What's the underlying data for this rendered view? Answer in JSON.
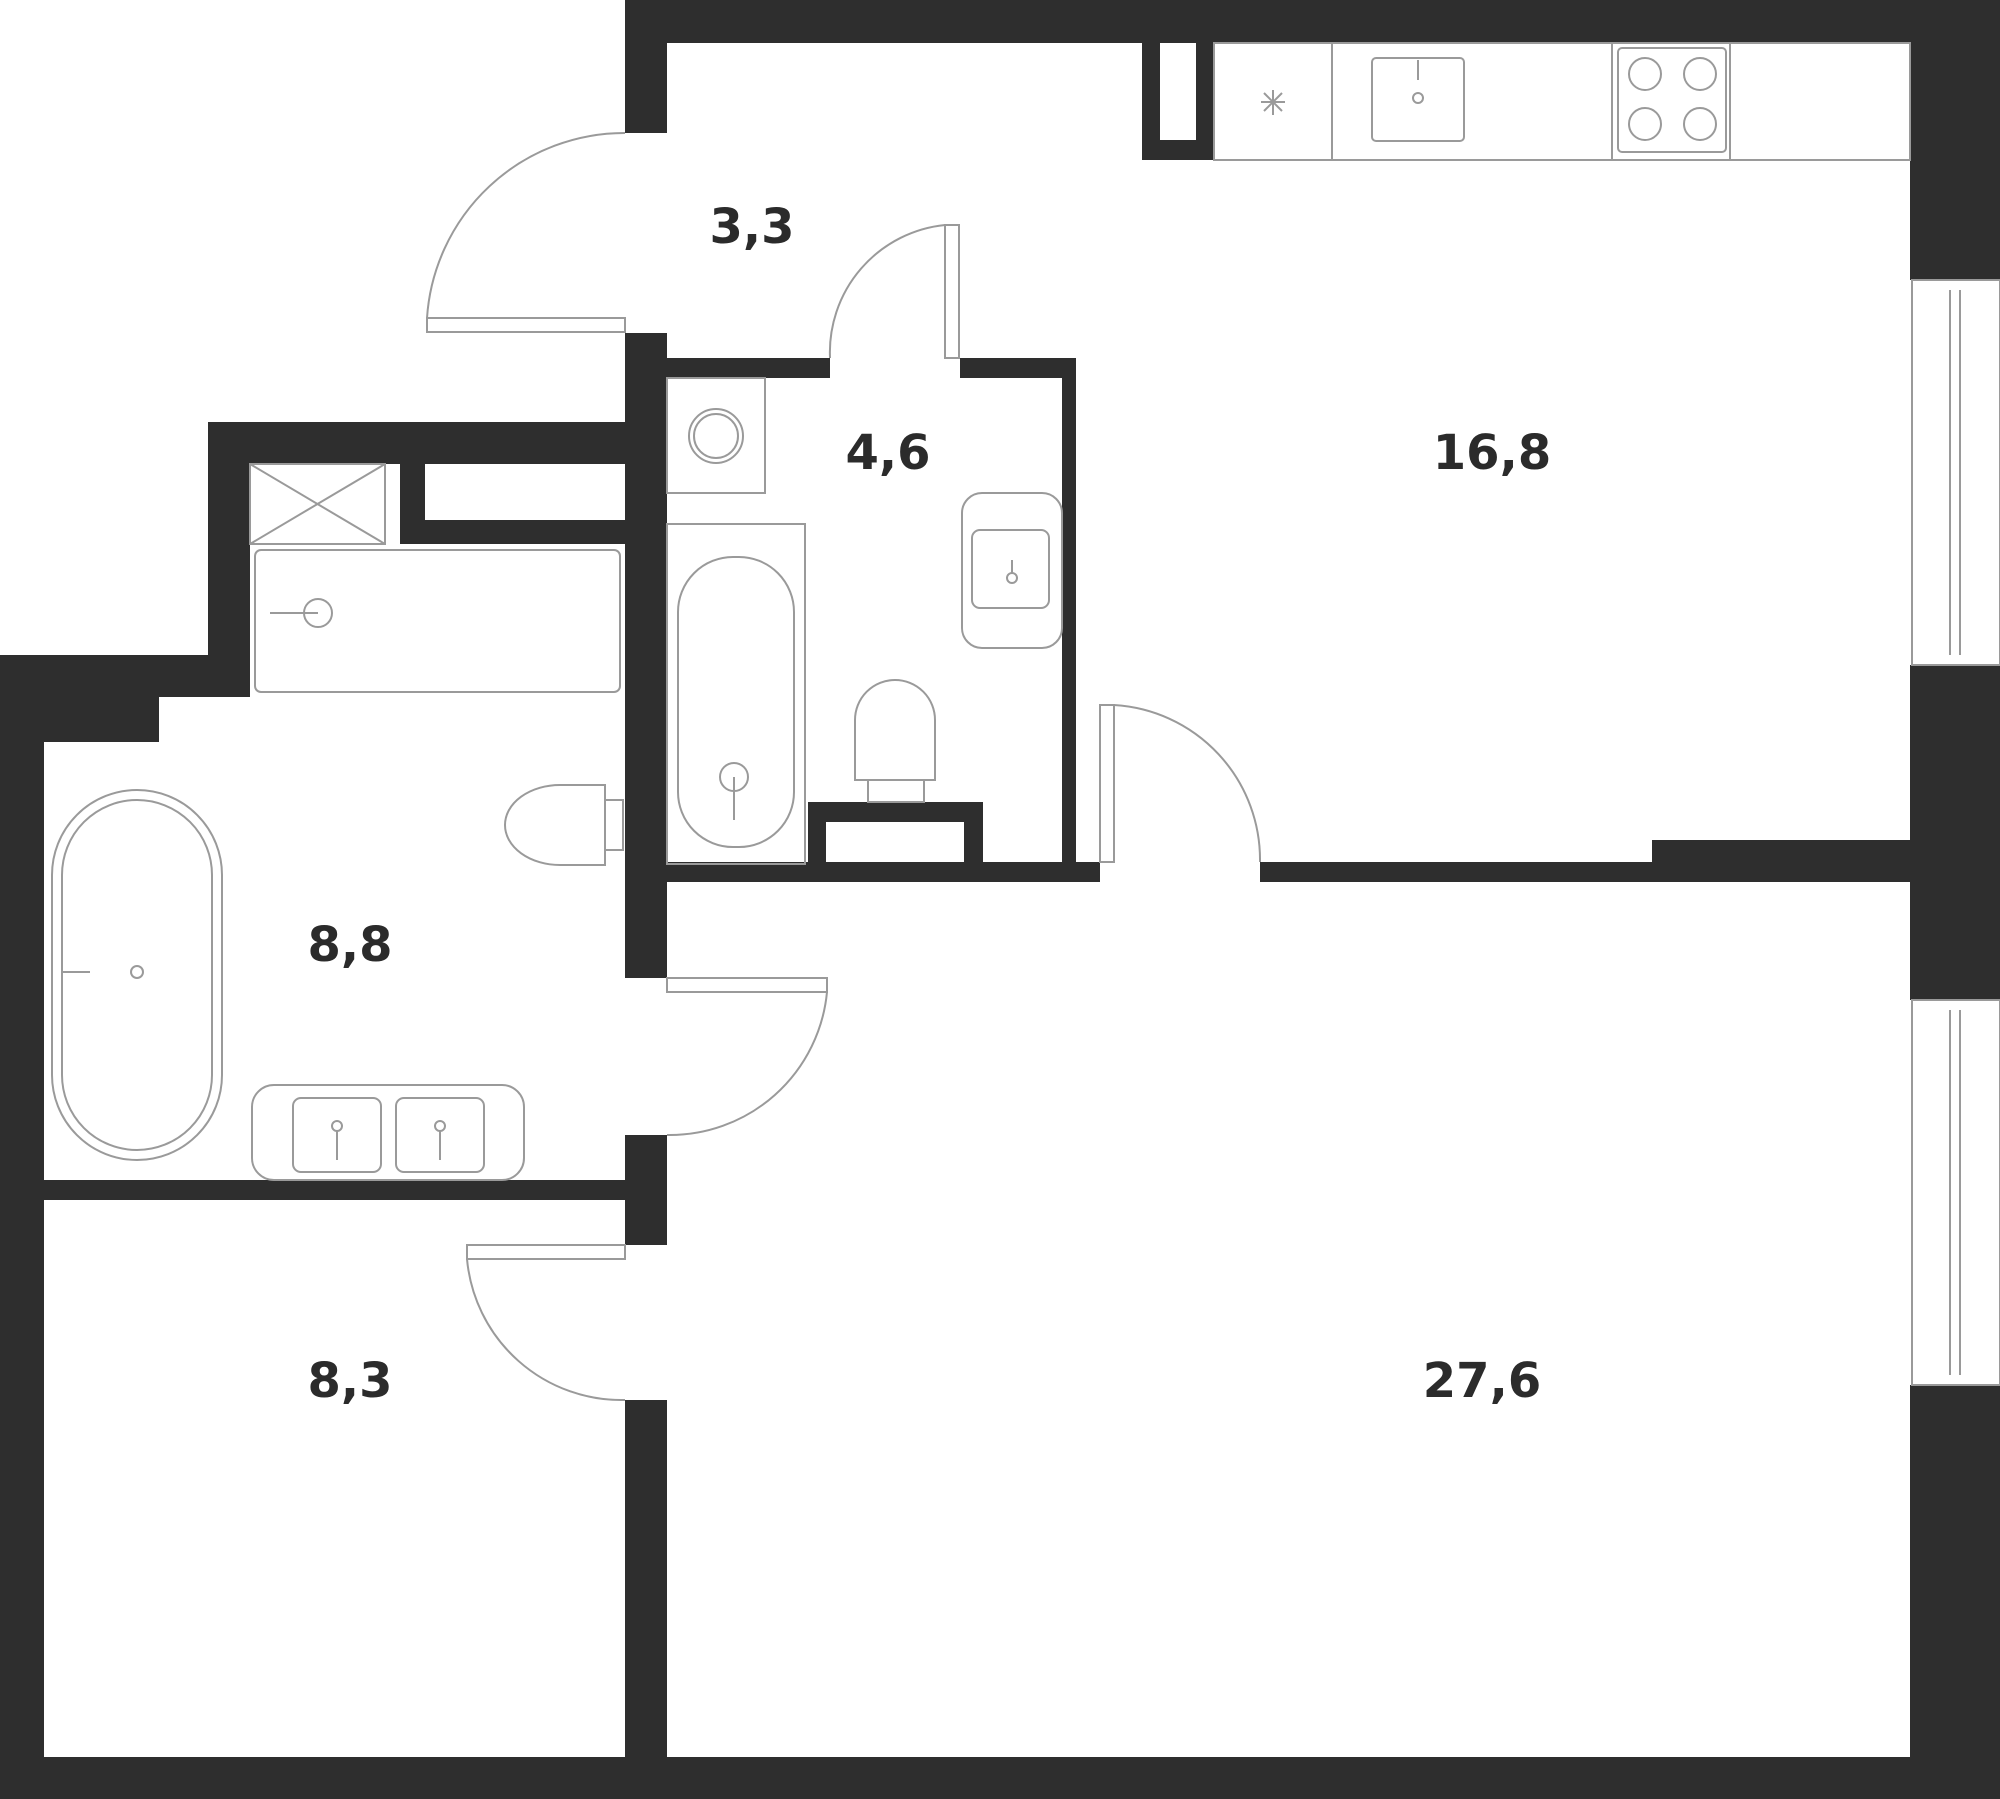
{
  "floorplan": {
    "wall_color": "#2e2e2e",
    "fixture_stroke": "#9a9a9a",
    "background": "#ffffff",
    "rooms": [
      {
        "id": "hallway",
        "area": "3,3"
      },
      {
        "id": "bathroom-small",
        "area": "4,6"
      },
      {
        "id": "kitchen",
        "area": "16,8"
      },
      {
        "id": "bathroom-large",
        "area": "8,8"
      },
      {
        "id": "bedroom",
        "area": "8,3"
      },
      {
        "id": "living-room",
        "area": "27,6"
      }
    ]
  }
}
